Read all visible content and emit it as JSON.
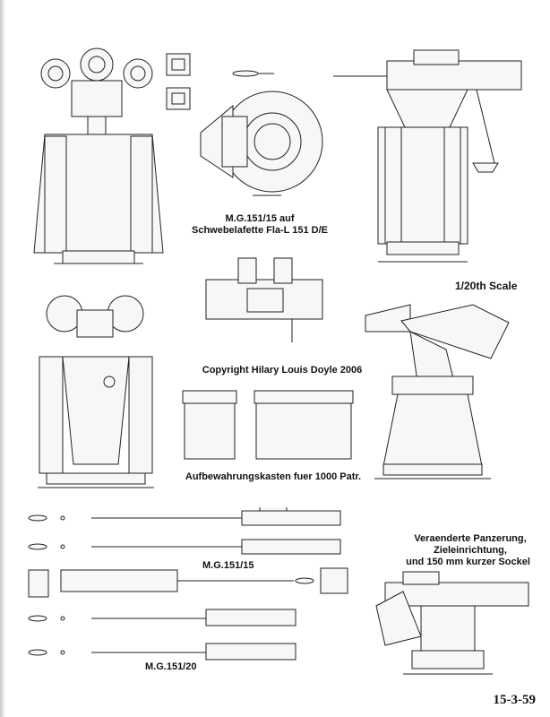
{
  "labels": {
    "title_line1": "M.G.151/15 auf",
    "title_line2": "Schwebelafette Fla-L 151 D/E",
    "scale": "1/20th Scale",
    "copyright": "Copyright Hilary Louis Doyle 2006",
    "ammo_box": "Aufbewahrungskasten fuer 1000 Patr.",
    "variant_line1": "Veraenderte Panzerung,",
    "variant_line2": "Zieleinrichtung,",
    "variant_line3": "und 150 mm kurzer Sockel",
    "mg15": "M.G.151/15",
    "mg20": "M.G.151/20",
    "page_number": "15-3-59"
  },
  "style": {
    "line_color": "#222222",
    "fill_color": "#f7f7f7"
  }
}
